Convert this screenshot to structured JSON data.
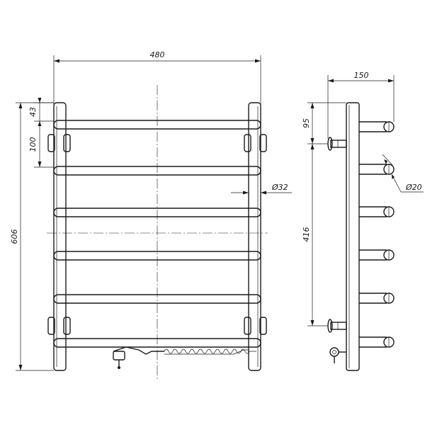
{
  "dimensions": {
    "front_width": "480",
    "front_height": "606",
    "top_offset": "43",
    "rung_pitch": "100",
    "pipe_diameter": "Ø32",
    "side_depth": "150",
    "side_top_offset": "95",
    "side_mount_spacing": "416",
    "rung_diameter": "Ø20"
  },
  "colors": {
    "line": "#1a1a1a",
    "background": "#ffffff"
  }
}
